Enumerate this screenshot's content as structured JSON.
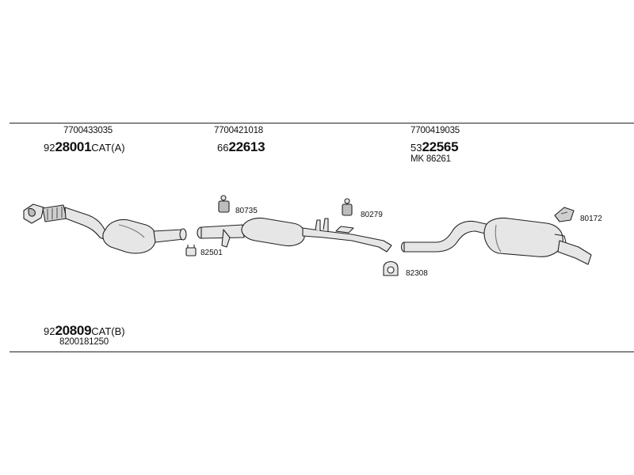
{
  "groups": [
    {
      "oe": "7700433035",
      "prefix": "92",
      "code": "28001",
      "suffix": "CAT(A)"
    },
    {
      "oe": "7700421018",
      "prefix": "66",
      "code": "22613",
      "suffix": ""
    },
    {
      "oe": "7700419035",
      "prefix": "53",
      "code": "22565",
      "suffix": "",
      "kit": "MK  86261"
    }
  ],
  "bottom_group": {
    "prefix": "92",
    "code": "20809",
    "suffix": "CAT(B)",
    "oe": "8200181250"
  },
  "parts": {
    "p80735": "80735",
    "p80279": "80279",
    "p82501": "82501",
    "p82308": "82308",
    "p80172": "80172"
  },
  "colors": {
    "line": "#222222",
    "part_fill": "#e6e6e6",
    "part_shade": "#bdbdbd"
  }
}
